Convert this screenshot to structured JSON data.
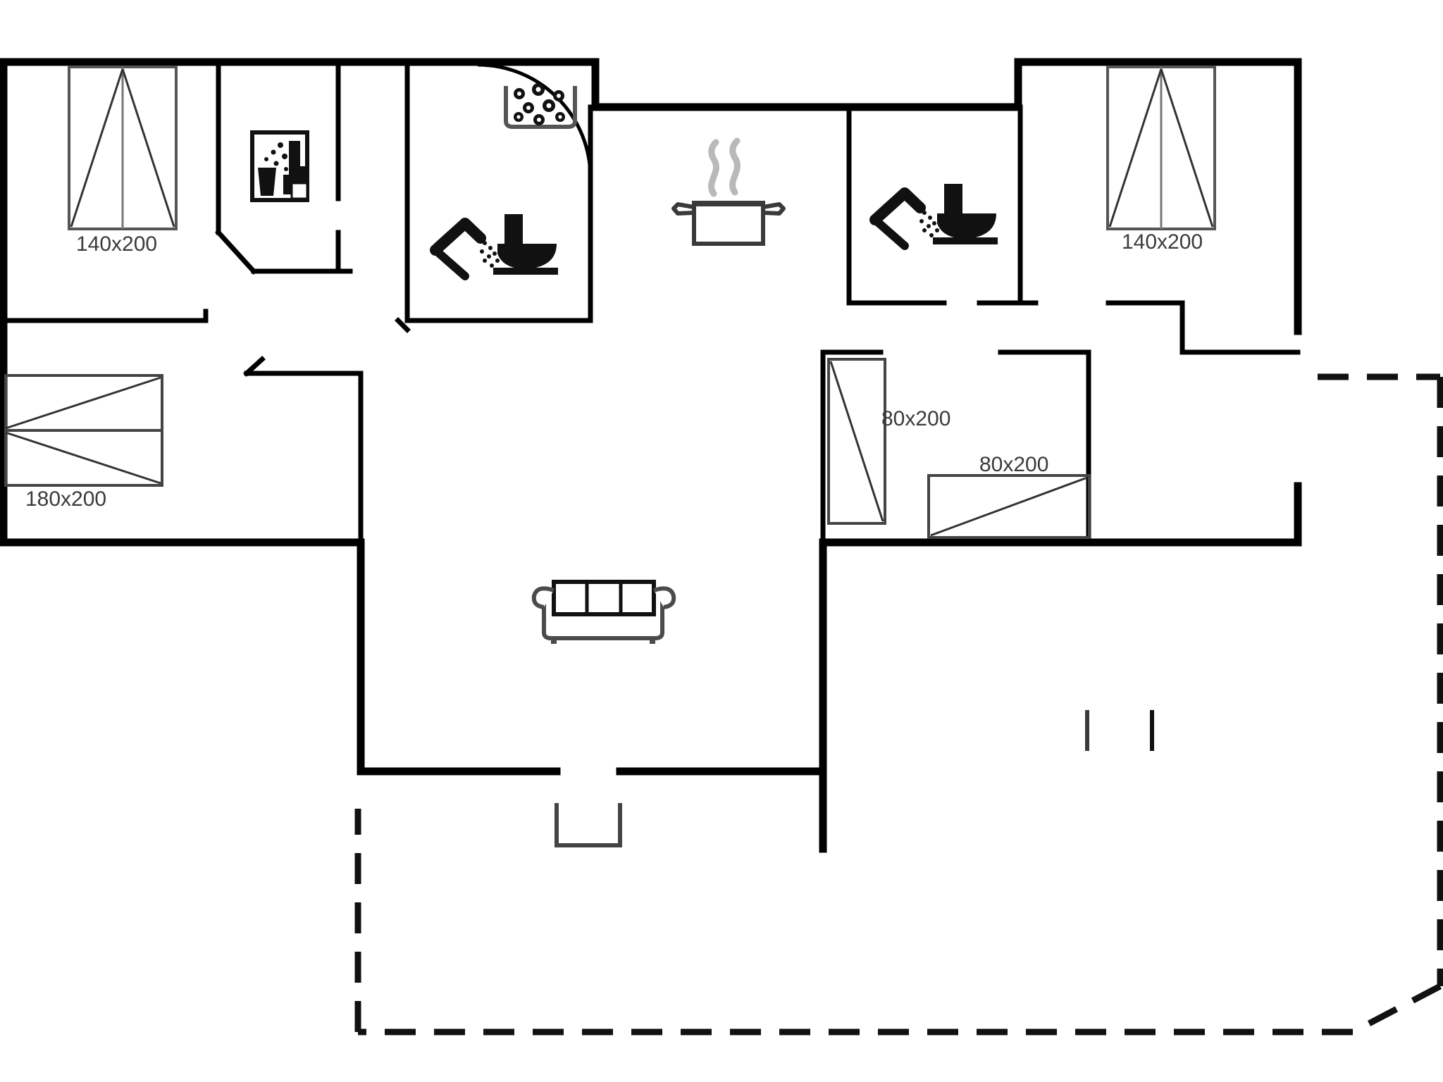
{
  "document": {
    "type": "floor-plan",
    "title": "Holiday house floor plan",
    "background_color": "#ffffff",
    "line_color": "#000000",
    "label_color": "#3b3b3b"
  },
  "labels": {
    "bed_master_left": "140x200",
    "bed_double_left": "180x200",
    "bed_master_right": "140x200",
    "bunk_upper": "80x200",
    "bunk_lower": "80x200"
  },
  "rooms": [
    {
      "name": "bedroom-top-left",
      "feature": "double bed 140x200"
    },
    {
      "name": "sauna-room",
      "feature": "sauna"
    },
    {
      "name": "bathroom-left",
      "feature": "shower and toilet"
    },
    {
      "name": "whirlpool-corner",
      "feature": "whirlpool bath"
    },
    {
      "name": "kitchen",
      "feature": "cooking pot"
    },
    {
      "name": "bathroom-right",
      "feature": "shower and toilet"
    },
    {
      "name": "bedroom-top-right",
      "feature": "double bed 140x200"
    },
    {
      "name": "bedroom-bottom-left",
      "feature": "double bed 180x200"
    },
    {
      "name": "bunk-room",
      "feature": "two single beds 80x200"
    },
    {
      "name": "living-room",
      "feature": "sofa"
    },
    {
      "name": "terrace",
      "feature": "outdoor decking, dashed outline"
    }
  ],
  "icons": [
    {
      "name": "whirlpool-icon",
      "label": "whirlpool bath with bubbles"
    },
    {
      "name": "sauna-icon",
      "label": "sauna with seated person"
    },
    {
      "name": "shower-toilet-icon-left",
      "label": "shower head and toilet"
    },
    {
      "name": "shower-toilet-icon-right",
      "label": "shower head and toilet"
    },
    {
      "name": "cooking-pot-icon",
      "label": "pot with steam"
    },
    {
      "name": "sofa-icon",
      "label": "three seat sofa"
    },
    {
      "name": "terrace-post-icon-1",
      "label": "terrace post"
    },
    {
      "name": "terrace-post-icon-2",
      "label": "terrace post"
    },
    {
      "name": "entrance-step-icon",
      "label": "entrance step"
    }
  ]
}
